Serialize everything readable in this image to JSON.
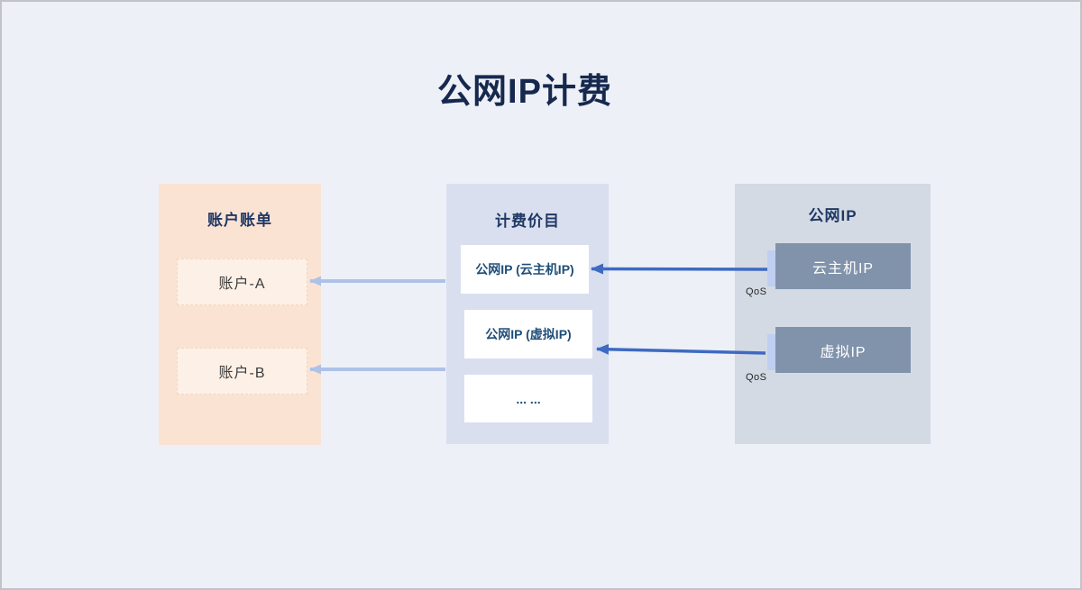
{
  "title": "公网IP计费",
  "columns": {
    "account": {
      "header": "账户账单",
      "items": [
        {
          "label": "账户-A"
        },
        {
          "label": "账户-B"
        }
      ]
    },
    "pricing": {
      "header": "计费价目",
      "items": [
        {
          "label": "公网IP (云主机IP)"
        },
        {
          "label": "公网IP (虚拟IP)"
        },
        {
          "label": "... ..."
        }
      ]
    },
    "public_ip": {
      "header": "公网IP",
      "items": [
        {
          "label": "云主机IP",
          "qos": "QoS"
        },
        {
          "label": "虚拟IP",
          "qos": "QoS"
        }
      ]
    }
  },
  "colors": {
    "canvas_bg": "#edf1f7",
    "canvas_border": "#c2c3c7",
    "title_text": "#16284e",
    "header_text": "#1f3864",
    "account_column_bg": "#fbe3d3",
    "account_box_bg": "#fdf0e7",
    "pricing_column_bg": "#d9dfee",
    "pricing_box_bg": "#ffffff",
    "pricing_box_text": "#1f4e79",
    "publicip_column_bg": "#d4dae4",
    "publicip_box_bg": "#8193ab",
    "qos_tab": "#becff2",
    "arrow_dark": "#3e6ac2",
    "arrow_light": "#aec2e8"
  }
}
